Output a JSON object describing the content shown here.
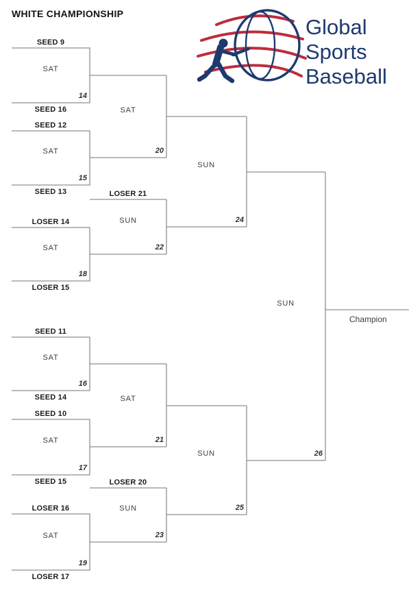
{
  "title": "WHITE CHAMPIONSHIP",
  "logo": {
    "line1": "Global",
    "line2": "Sports",
    "line3": "Baseball",
    "navy": "#1e3a6e",
    "red": "#bf2c3c"
  },
  "colors": {
    "bracket_line": "#8f8f8f",
    "text_dark": "#1b1b1b",
    "text_gray": "#3d3d3d"
  },
  "games": {
    "g14": {
      "day": "SAT",
      "num": "14",
      "top_team": "SEED 9",
      "bottom_team": "SEED 16"
    },
    "g15": {
      "day": "SAT",
      "num": "15",
      "top_team": "SEED 12",
      "bottom_team": "SEED 13"
    },
    "g20": {
      "day": "SAT",
      "num": "20"
    },
    "g18": {
      "day": "SAT",
      "num": "18",
      "top_team": "LOSER 14",
      "bottom_team": "LOSER 15"
    },
    "g22": {
      "day": "SUN",
      "num": "22",
      "top_team": "LOSER 21"
    },
    "g24": {
      "day": "SUN",
      "num": "24"
    },
    "g16": {
      "day": "SAT",
      "num": "16",
      "top_team": "SEED 11",
      "bottom_team": "SEED 14"
    },
    "g17": {
      "day": "SAT",
      "num": "17",
      "top_team": "SEED 10",
      "bottom_team": "SEED 15"
    },
    "g21": {
      "day": "SAT",
      "num": "21"
    },
    "g19": {
      "day": "SAT",
      "num": "19",
      "top_team": "LOSER 16",
      "bottom_team": "LOSER 17"
    },
    "g23": {
      "day": "SUN",
      "num": "23",
      "top_team": "LOSER 20"
    },
    "g25": {
      "day": "SUN",
      "num": "25"
    },
    "g26": {
      "day": "SUN",
      "num": "26"
    }
  },
  "champion_label": "Champion"
}
